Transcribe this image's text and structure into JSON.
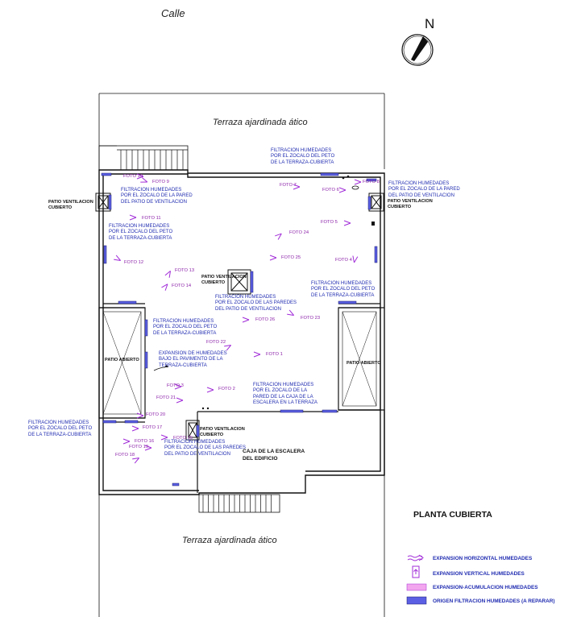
{
  "street": "Calle",
  "north": "N",
  "plan_title": "PLANTA CUBIERTA",
  "terraces": {
    "top": "Terraza ajardinada ático",
    "bottom": "Terraza ajardinada ático"
  },
  "spaces": {
    "patio_left": "PATIO ABIERTO",
    "patio_right": "PATIO ABIERTO",
    "stair_box": "CAJA DE LA ESCALERA\nDEL EDIFICIO"
  },
  "covered_patios": {
    "left": "PATIO VENTILACION\nCUBIERTO",
    "right": "PATIO VENTILACION\nCUBIERTO",
    "center": "PATIO VENTILACION\nCUBIERTO",
    "bottom": "PATIO VENTILACION\nCUBIERTO"
  },
  "notes": {
    "n_top": "FILTRACION HUMEDADES\nPOR EL ZOCALO DEL PETO\nDE LA TERRAZA-CUBIERTA",
    "n_left_patio": "FILTRACION HUMEDADES\nPOR EL ZOCALO DE LA PARED\nDEL PATIO DE VENTILACION",
    "n_right_patio": "FILTRACION HUMEDADES\nPOR EL ZOCALO DE LA PARED\nDEL PATIO DE VENTILACION",
    "n_left_peto": "FILTRACION HUMEDADES\nPOR EL ZOCALO DEL PETO\nDE LA TERRAZA-CUBIERTA",
    "n_right_peto": "FILTRACION HUMEDADES\nPOR EL ZOCALO DEL PETO\nDE LA TERRAZA-CUBIERTA",
    "n_center": "FILTRACION HUMEDADES\nPOR EL ZOCALO DE LAS PAREDES\nDEL PATIO DE VENTILACION",
    "n_mid_left": "FILTRACION HUMEDADES\nPOR EL ZOCALO DEL PETO\nDE LA TERRAZA-CUBIERTA",
    "n_expansion": "EXPANSION DE HUMEDADES\nBAJO EL PAVIMENTO DE LA\nTERRAZA-CUBIERTA",
    "n_stair": "FILTRACION HUMEDADES\nPOR EL ZOCALO DE LA\nPARED DE LA CAJA DE LA\nESCALERA EN LA TERRAZA",
    "n_outside_left": "FILTRACION HUMEDADES\nPOR EL ZOCALO DEL PETO\nDE LA TERRAZA-CUBIERTA",
    "n_bottom_patio": "FILTRACION HUMEDADES\nPOR EL ZOCALO DE LAS PAREDES\nDEL PATIO DE VENTILACION"
  },
  "photos": [
    {
      "id": "f1",
      "label": "FOTO 1"
    },
    {
      "id": "f2",
      "label": "FOTO 2"
    },
    {
      "id": "f3",
      "label": "FOTO 3"
    },
    {
      "id": "f4",
      "label": "FOTO 4"
    },
    {
      "id": "f5",
      "label": "FOTO 5"
    },
    {
      "id": "f6",
      "label": "FOTO 6"
    },
    {
      "id": "f7",
      "label": "FOTO 7"
    },
    {
      "id": "f8",
      "label": "FOTO 8"
    },
    {
      "id": "f9",
      "label": "FOTO 9"
    },
    {
      "id": "f10",
      "label": "FOTO 10"
    },
    {
      "id": "f11",
      "label": "FOTO 11"
    },
    {
      "id": "f12",
      "label": "FOTO 12"
    },
    {
      "id": "f13",
      "label": "FOTO 13"
    },
    {
      "id": "f14",
      "label": "FOTO 14"
    },
    {
      "id": "f15",
      "label": "FOTO 15"
    },
    {
      "id": "f16",
      "label": "FOTO 16"
    },
    {
      "id": "f17",
      "label": "FOTO 17"
    },
    {
      "id": "f18",
      "label": "FOTO 18"
    },
    {
      "id": "f19",
      "label": "FOTO 19"
    },
    {
      "id": "f20",
      "label": "FOTO 20"
    },
    {
      "id": "f21",
      "label": "FOTO 21"
    },
    {
      "id": "f22",
      "label": "FOTO 22"
    },
    {
      "id": "f23",
      "label": "FOTO 23"
    },
    {
      "id": "f24",
      "label": "FOTO 24"
    },
    {
      "id": "f25",
      "label": "FOTO 25"
    },
    {
      "id": "f26",
      "label": "FOTO 26"
    }
  ],
  "legend": {
    "horizontal": "EXPANSION HORIZONTAL HUMEDADES",
    "vertical": "EXPANSION VERTICAL HUMEDADES",
    "accumulation": "EXPANSION-ACUMULACION HUMEDADES",
    "origin": "ORIGEN FILTRACION HUMEDADES (A REPARAR)"
  },
  "colors": {
    "wall": "#111111",
    "origin_blue": "#5b5fe3",
    "arrow_purple": "#a12cd8",
    "accumulation_pink": "#f2a6ee",
    "text_blue": "#1f2bb0"
  }
}
